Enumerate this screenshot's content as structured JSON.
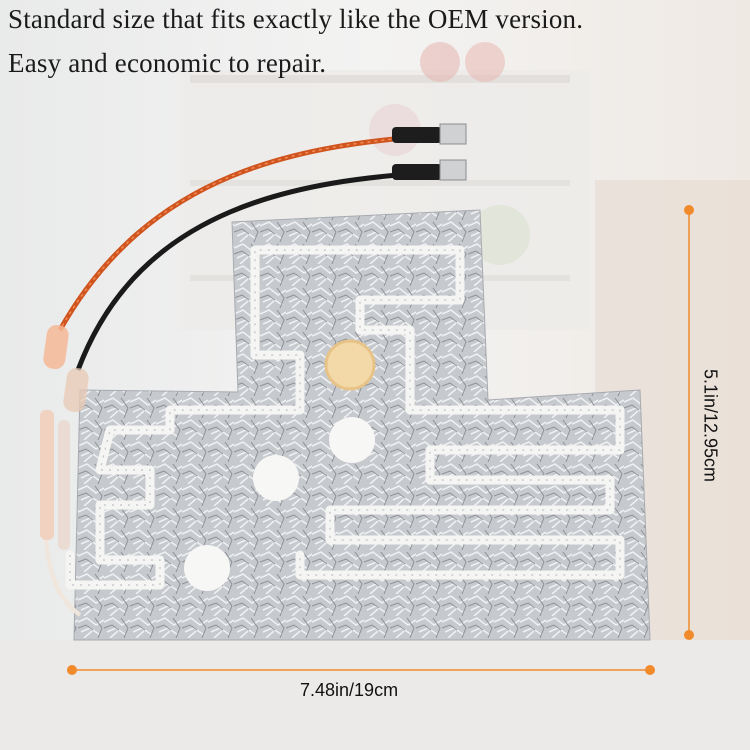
{
  "headline": {
    "line1": "Standard size that fits exactly like the OEM version.",
    "line2": "Easy and economic to repair."
  },
  "dimensions": {
    "width_label": "7.48in/19cm",
    "height_label": "5.1in/12.95cm"
  },
  "colors": {
    "accent_orange": "#f08a2a",
    "foil": "#c9ccd0",
    "heating_tube": "#f4f4f2",
    "red_wire": "#d0541e",
    "black_wire": "#1a1a1a"
  }
}
